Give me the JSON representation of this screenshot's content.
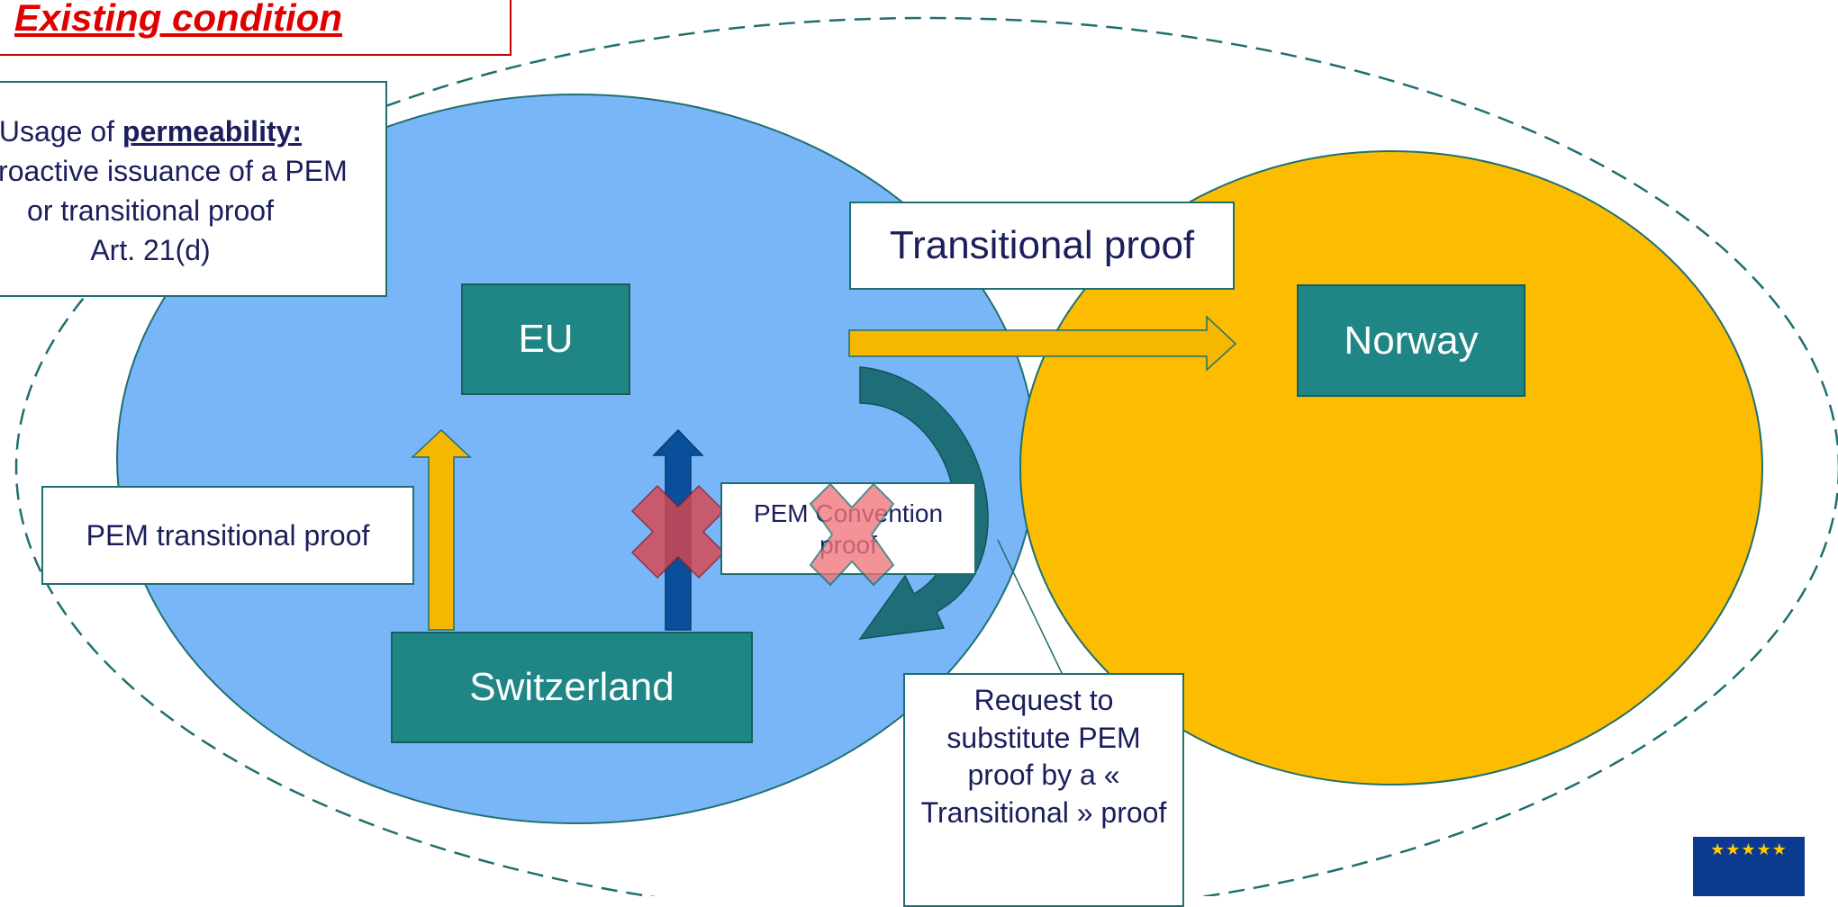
{
  "title": "Existing condition",
  "permeability": {
    "line1_prefix": "Usage of ",
    "line1_strong": "permeability:",
    "line2": "Retroactive issuance of a PEM",
    "line3": "or transitional proof",
    "line4": "Art. 21(d)"
  },
  "territories": {
    "eu": "EU",
    "norway": "Norway",
    "switzerland": "Switzerland"
  },
  "labels": {
    "transitional_proof": "Transitional proof",
    "pem_transitional_proof": "PEM transitional proof",
    "pem_convention_proof": "PEM Convention proof",
    "request": "Request to substitute PEM proof by a « Transitional » proof"
  },
  "colors": {
    "eu_area": "#78b6f8",
    "norway_area": "#fcbd00",
    "territory_box": "#1f8585",
    "arrow_orange": "#f5b700",
    "arrow_blue": "#0a4f9c",
    "cross_red": "#d9474f",
    "curved_arrow": "#1a6b72",
    "title_red": "#e00000",
    "text_navy": "#1a1f5c"
  },
  "icons": [
    "cross-icon",
    "eu-flag-icon"
  ]
}
